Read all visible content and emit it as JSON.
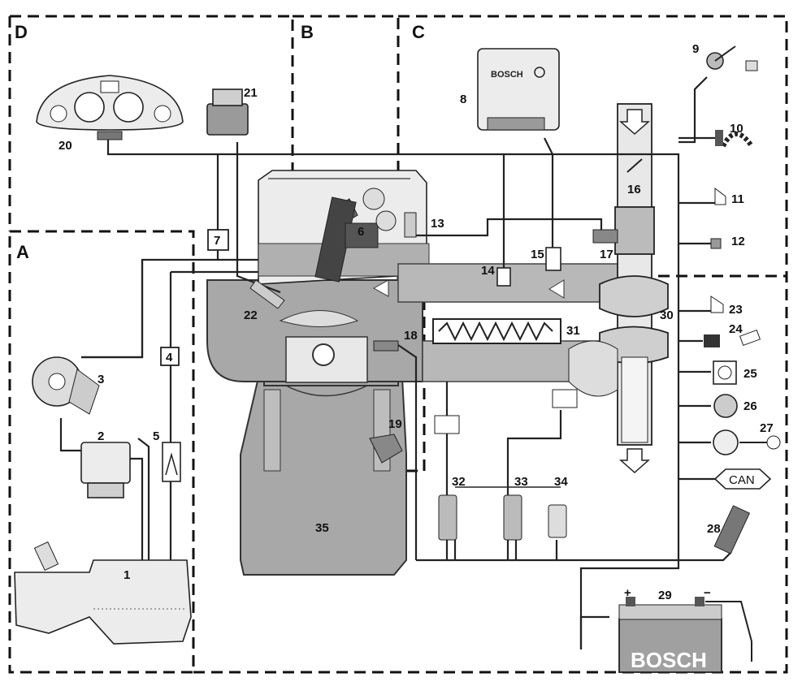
{
  "regions": {
    "a": "A",
    "b": "B",
    "c": "C",
    "d": "D"
  },
  "labels": {
    "n1": "1",
    "n2": "2",
    "n3": "3",
    "n4": "4",
    "n5": "5",
    "n6": "6",
    "n7": "7",
    "n8": "8",
    "n9": "9",
    "n10": "10",
    "n11": "11",
    "n12": "12",
    "n13": "13",
    "n14": "14",
    "n15": "15",
    "n16": "16",
    "n17": "17",
    "n18": "18",
    "n19": "19",
    "n20": "20",
    "n21": "21",
    "n22": "22",
    "n23": "23",
    "n24": "24",
    "n25": "25",
    "n26": "26",
    "n27": "27",
    "n28": "28",
    "n29": "29",
    "n30": "30",
    "n31": "31",
    "n32": "32",
    "n33": "33",
    "n34": "34",
    "n35": "35"
  },
  "texts": {
    "can": "CAN",
    "ecu_brand": "BOSCH",
    "battery_brand": "BOSCH",
    "battery_plus": "+",
    "battery_minus": "−"
  },
  "icons": [
    "dashboard-instrument-cluster",
    "relay",
    "fuel-pump",
    "fuel-filter",
    "fuel-tank",
    "injector",
    "ecu",
    "throttle-pedal",
    "gear-wheel-sensor",
    "switch",
    "connector",
    "air-mass-meter",
    "turbocharger",
    "intercooler",
    "battery",
    "diagnostic-plug",
    "key"
  ],
  "colors": {
    "ink": "#111111",
    "metal": "#a8a8a8",
    "light": "#cfcfcf",
    "paper": "#ffffff"
  }
}
